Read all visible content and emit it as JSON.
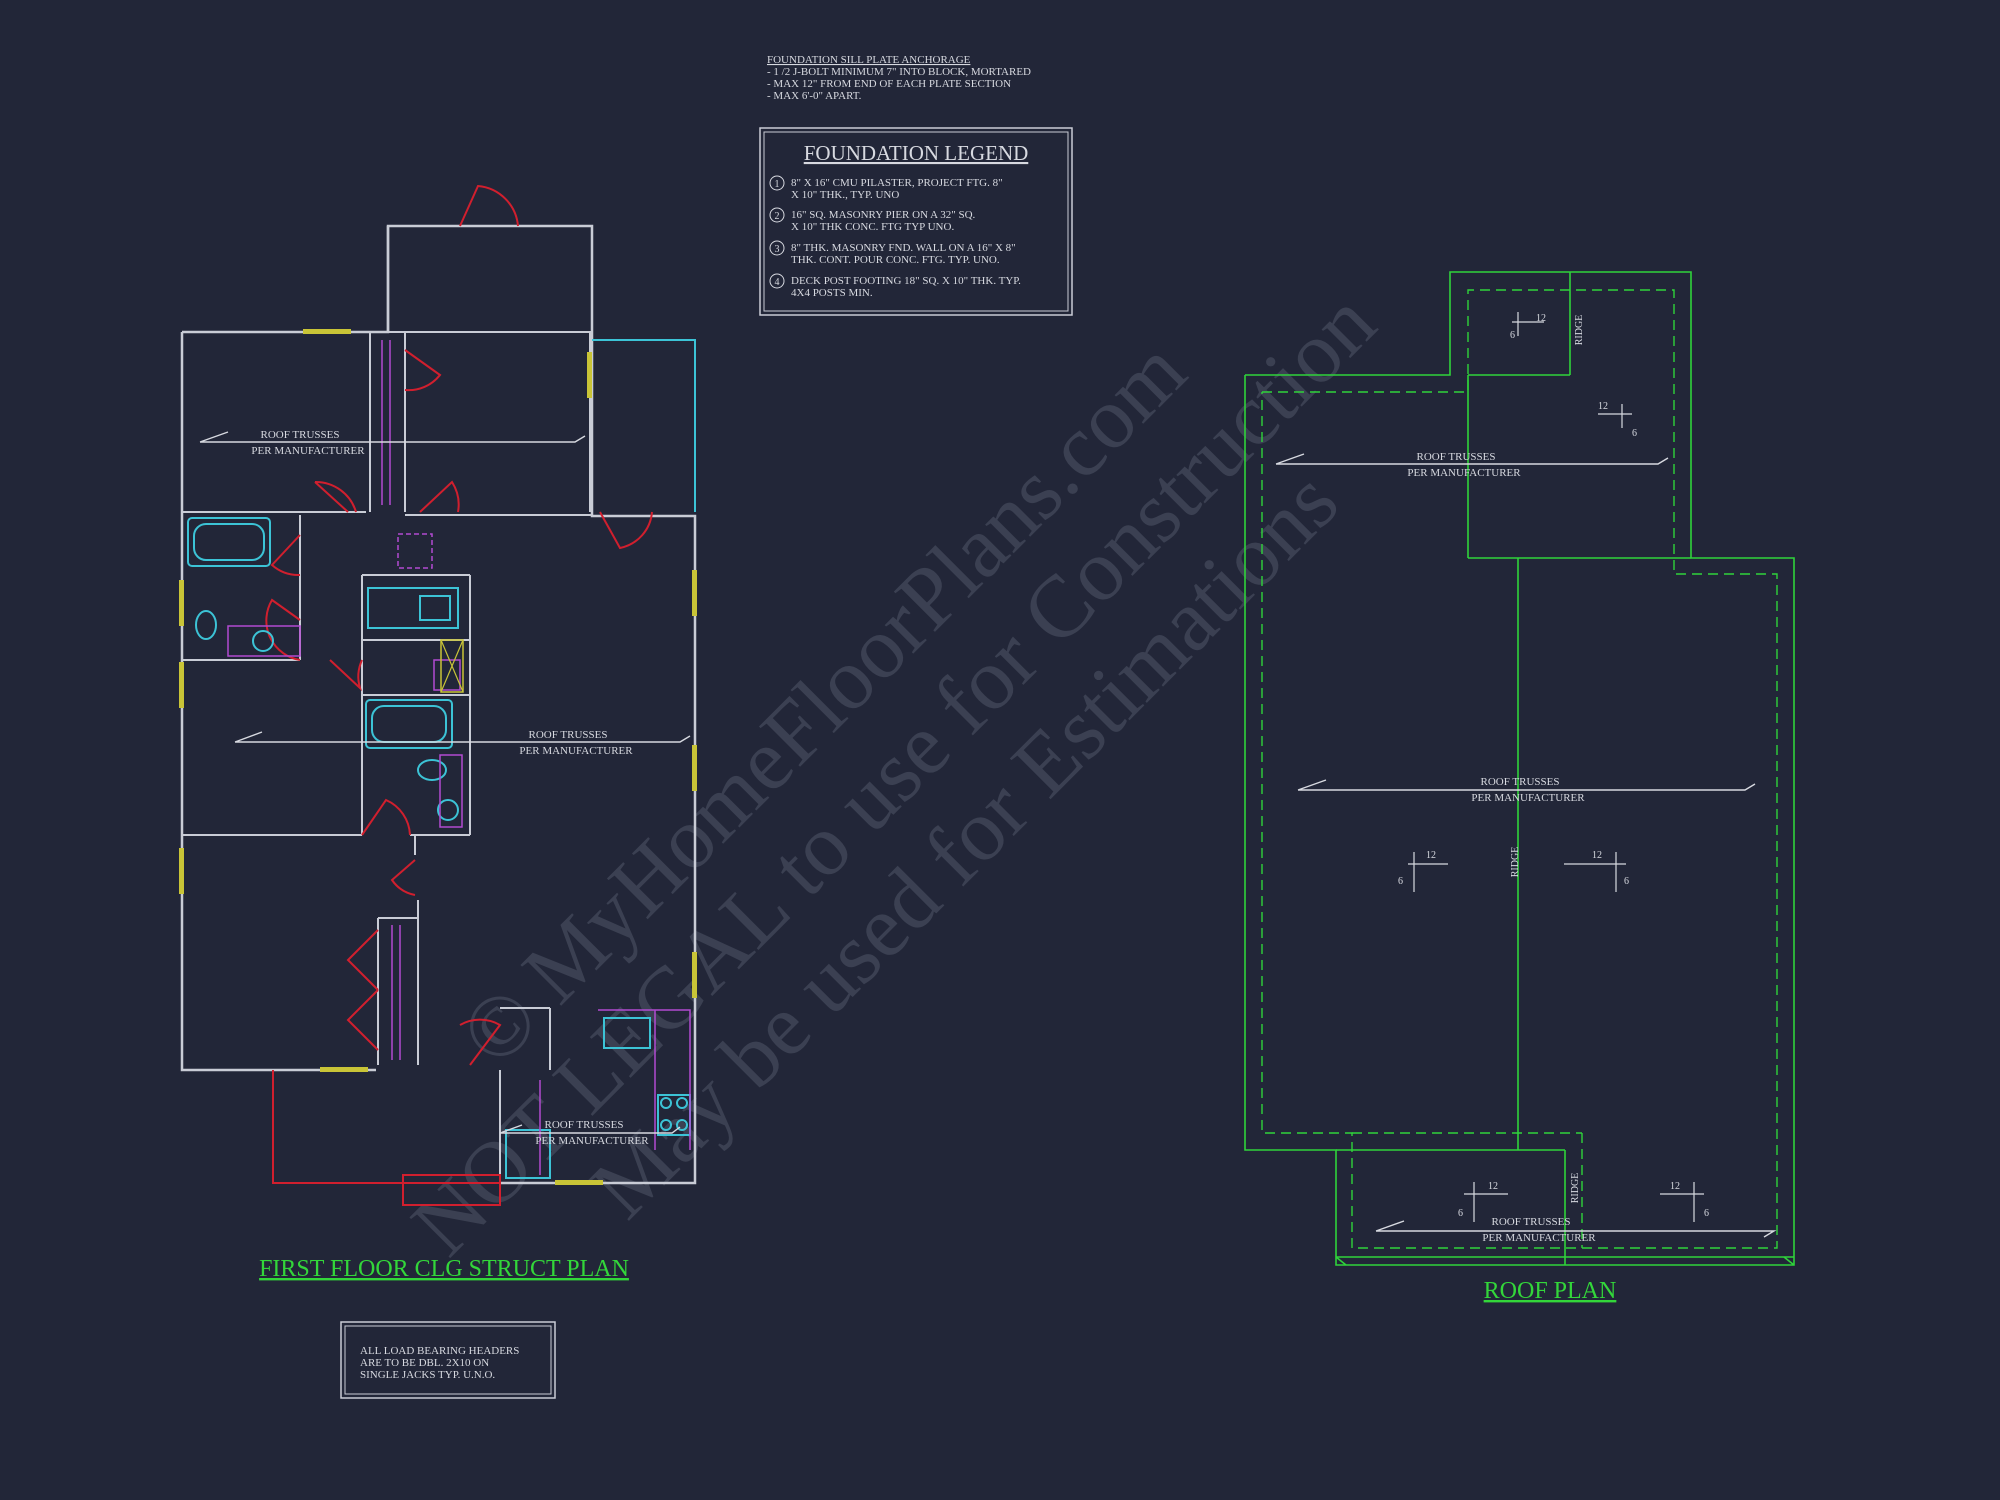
{
  "watermark": {
    "line1": "© MyHomeFloorPlans.com",
    "line2": "NOT LEGAL to use for Construction",
    "line3": "May be used for Estimations"
  },
  "anchorage_note": {
    "title": "FOUNDATION SILL PLATE ANCHORAGE",
    "lines": [
      "- 1 /2 J-BOLT MINIMUM 7\" INTO BLOCK, MORTARED",
      "- MAX 12\" FROM END OF EACH PLATE SECTION",
      "- MAX 6'-0\" APART."
    ]
  },
  "foundation_legend": {
    "title": "FOUNDATION LEGEND",
    "items": [
      {
        "num": "1",
        "line1": "8\" X 16\" CMU PILASTER, PROJECT FTG. 8\"",
        "line2": "X 10\" THK., TYP. UNO"
      },
      {
        "num": "2",
        "line1": "16\" SQ. MASONRY PIER ON A 32\" SQ.",
        "line2": "X 10\" THK CONC. FTG TYP UNO."
      },
      {
        "num": "3",
        "line1": "8\" THK. MASONRY FND. WALL ON A 16\" X 8\"",
        "line2": "THK. CONT. POUR CONC. FTG. TYP. UNO."
      },
      {
        "num": "4",
        "line1": "DECK POST FOOTING 18\" SQ. X 10\" THK. TYP.",
        "line2": "4X4 POSTS MIN."
      }
    ]
  },
  "floor_plan": {
    "title": "FIRST FLOOR CLG STRUCT PLAN",
    "truss_label_1": "ROOF TRUSSES",
    "truss_label_2": "PER MANUFACTURER"
  },
  "header_note": {
    "lines": [
      "ALL LOAD BEARING HEADERS",
      "ARE TO BE DBL. 2X10 ON",
      "SINGLE JACKS TYP. U.N.O."
    ]
  },
  "roof_plan": {
    "title": "ROOF PLAN",
    "ridge_label": "RIDGE",
    "truss_label_1": "ROOF TRUSSES",
    "truss_label_2": "PER MANUFACTURER",
    "pitch_run": "12",
    "pitch_rise": "6"
  },
  "colors": {
    "background": "#222638",
    "wall": "#c9ccd6",
    "door": "#d11f2e",
    "window": "#c9c437",
    "fixture": "#3cc3d6",
    "cabinet": "#b24ad1",
    "roof": "#2fd33a",
    "title": "#33d63a"
  }
}
